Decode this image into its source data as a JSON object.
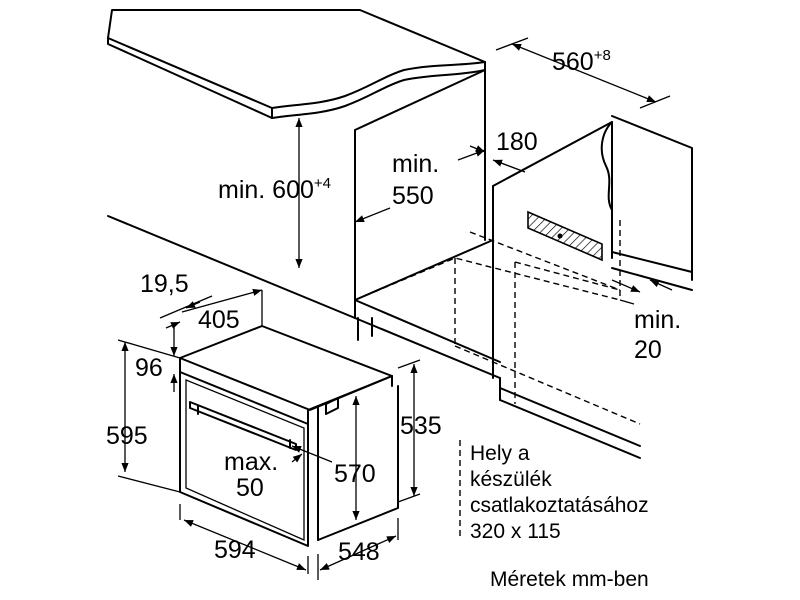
{
  "labels": {
    "cabinet_depth": "560",
    "cabinet_depth_tol": "+8",
    "gap_180": "180",
    "min_550_a": "min.",
    "min_550_b": "550",
    "min_600": "min. 600",
    "min_600_tol": "+4",
    "min_20_a": "min.",
    "min_20_b": "20",
    "d_19_5": "19,5",
    "d_405": "405",
    "d_96": "96",
    "d_595": "595",
    "d_535": "535",
    "d_570": "570",
    "max50_a": "max.",
    "max50_b": "50",
    "d_594": "594",
    "d_548": "548"
  },
  "connection_note": {
    "line1": "Hely a",
    "line2": "készülék",
    "line3": "csatlakoztatásához",
    "line4": "320 x 115"
  },
  "units_note": "Méretek mm-ben"
}
